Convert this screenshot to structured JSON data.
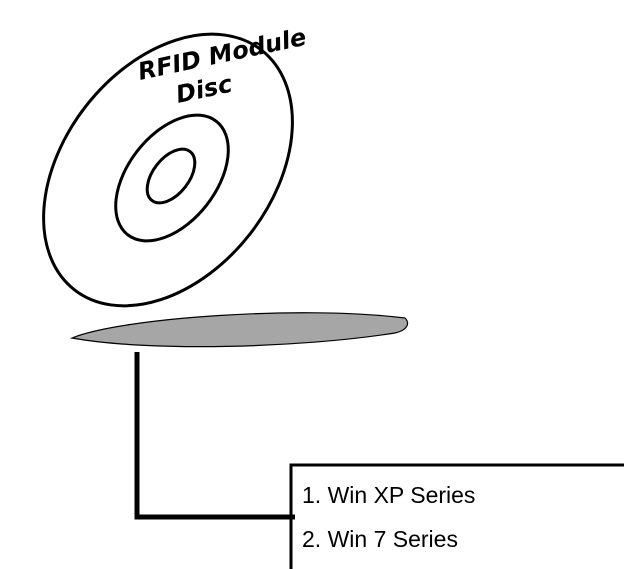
{
  "disc": {
    "label_line1": "RFID Module",
    "label_line2": "Disc"
  },
  "os_list": {
    "items": [
      "1. Win XP Series",
      "2. Win 7 Series"
    ]
  },
  "colors": {
    "ink": "#000000",
    "shadow_fill": "#a6a6a6",
    "background": "#ffffff"
  }
}
